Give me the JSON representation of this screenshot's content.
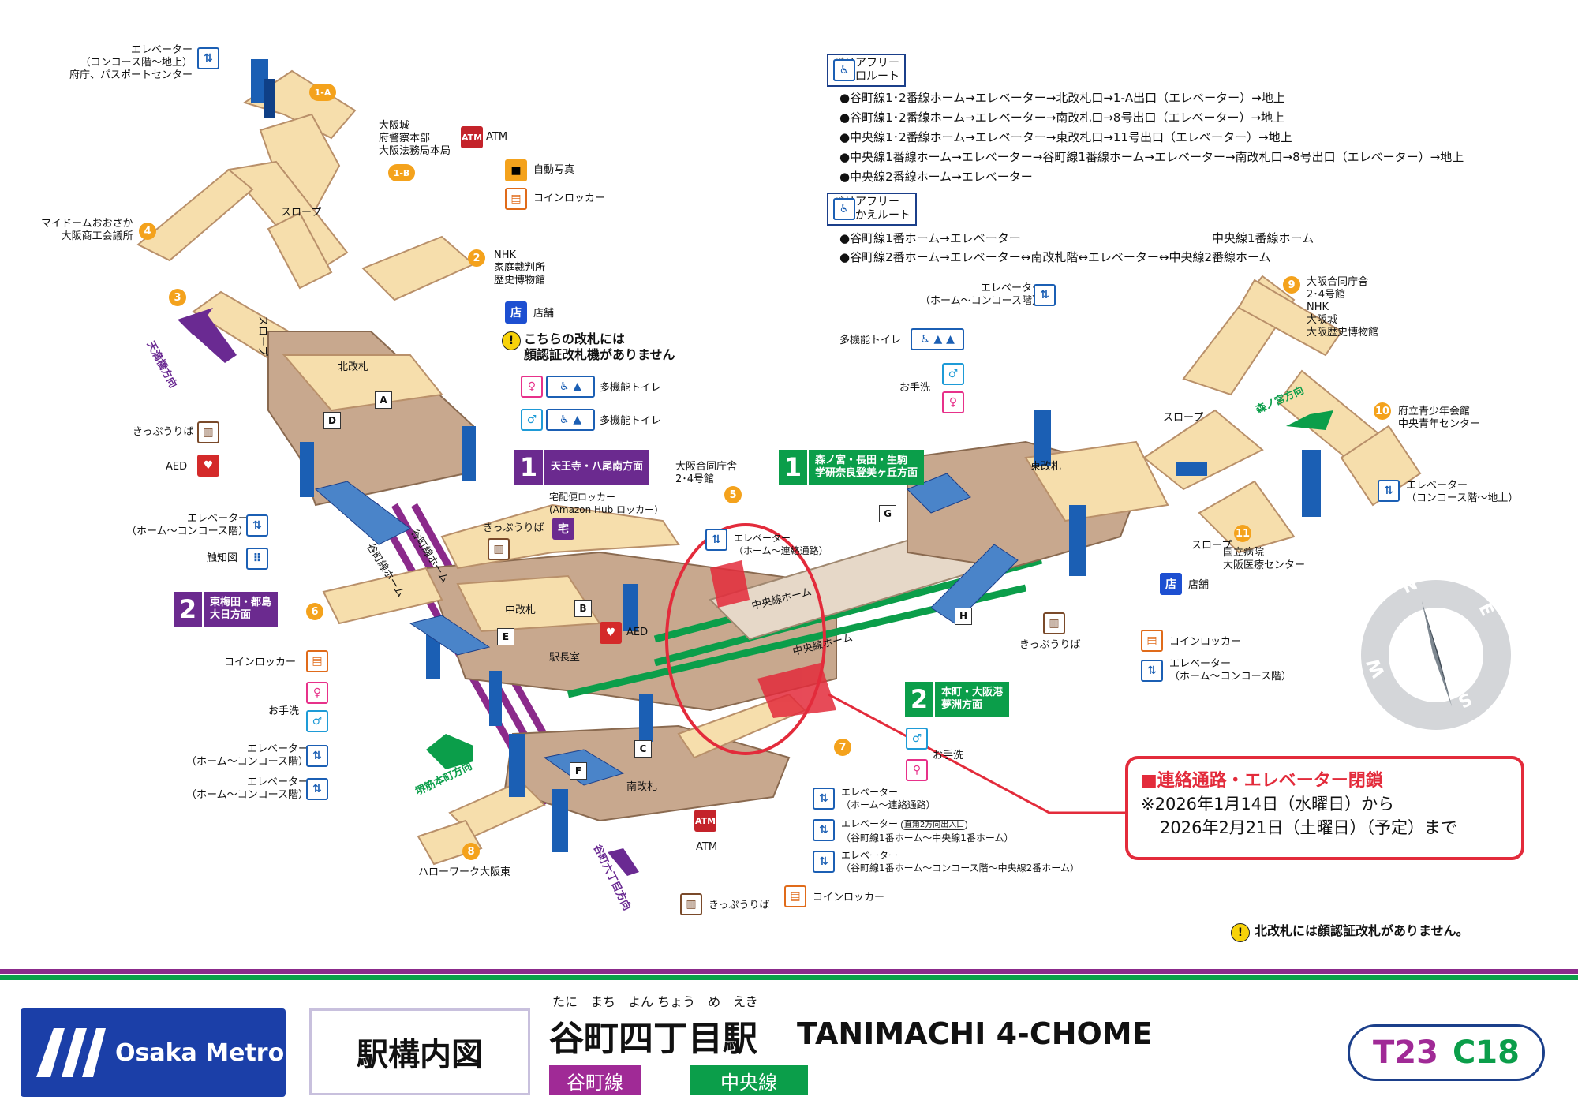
{
  "legend": {
    "barrier_free_exit_title": [
      "バリアフリー",
      "出入口ルート"
    ],
    "barrier_free_exit_routes": [
      "●谷町線1･2番線ホーム→エレベーター→北改札口→1-A出口（エレベーター）→地上",
      "●谷町線1･2番線ホーム→エレベーター→南改札口→8号出口（エレベーター）→地上",
      "●中央線1･2番線ホーム→エレベーター→東改札口→11号出口（エレベーター）→地上",
      "●中央線1番線ホーム→エレベーター→谷町線1番線ホーム→エレベーター→南改札口→8号出口（エレベーター）→地上",
      "●中央線2番線ホーム→エレベーター"
    ],
    "barrier_free_transfer_title": [
      "バリアフリー",
      "のりかえルート"
    ],
    "barrier_free_transfer_routes": [
      "●谷町線1番ホーム→エレベーター",
      "●谷町線2番ホーム→エレベーター↔南改札階↔エレベーター↔中央線2番線ホーム"
    ],
    "transfer_right": "中央線1番線ホーム"
  },
  "notice": {
    "title": "■連絡通路・エレベーター閉鎖",
    "line1": "※2026年1月14日（水曜日）から",
    "line2": "2026年2月21日（土曜日）（予定）まで"
  },
  "no_face_gate": "北改札には顔認証改札がありません。",
  "face_gate_warning": [
    "こちらの改札には",
    "顔認証改札機がありません"
  ],
  "gates": {
    "north": "北改札",
    "east": "東改札",
    "south": "南改札",
    "middle": "中改札",
    "station_office": "駅長室"
  },
  "exits": {
    "e1A": "1-A",
    "e1B": "1-B",
    "e2": "2",
    "e3": "3",
    "e4": "4",
    "e5": "5",
    "e6": "6",
    "e7": "7",
    "e8": "8",
    "e9": "9",
    "e10": "10",
    "e11": "11"
  },
  "exit_dest": {
    "e1A": [
      "エレベーター",
      "（コンコース階〜地上）",
      "府庁、パスポートセンター"
    ],
    "e1B": [
      "大阪城",
      "府警察本部",
      "大阪法務局本局"
    ],
    "e2": [
      "NHK",
      "家庭裁判所",
      "歴史博物館"
    ],
    "e4": [
      "マイドームおおさか",
      "大阪商工会議所"
    ],
    "e5": [
      "大阪合同庁舎",
      "2･4号館"
    ],
    "e8": "ハローワーク大阪東",
    "e9": [
      "大阪合同庁舎",
      "2･4号館",
      "NHK",
      "大阪城",
      "大阪歴史博物館"
    ],
    "e10": [
      "府立青少年会館",
      "中央青年センター"
    ],
    "e11": [
      "国立病院",
      "大阪医療センター"
    ]
  },
  "codes": [
    "A",
    "B",
    "C",
    "D",
    "E",
    "F",
    "G",
    "H"
  ],
  "directions": {
    "tenma": "天満橋方向",
    "morinomiya": "森ノ宮方向",
    "sakaisuji": "堺筋本町方向",
    "tanimachi6": "谷町六丁目方向"
  },
  "platforms": {
    "tanimachi1": "谷町線ホーム",
    "tanimachi2": "谷町線ホーム",
    "chuo1": "中央線ホーム",
    "chuo2": "中央線ホーム"
  },
  "line_tags": {
    "tani1": {
      "num": "1",
      "text": [
        "天王寺・八尾南方面"
      ]
    },
    "tani2": {
      "num": "2",
      "text": [
        "東梅田・都島",
        "大日方面"
      ]
    },
    "chuo1": {
      "num": "1",
      "text": [
        "森ノ宮・長田・生駒",
        "学研奈良登美ヶ丘方面"
      ]
    },
    "chuo2": {
      "num": "2",
      "text": [
        "本町・大阪港",
        "夢洲方面"
      ]
    }
  },
  "facility_labels": {
    "atm": "ATM",
    "photo": "自動写真",
    "locker": "コインロッカー",
    "shop": "店舗",
    "toilet": "多機能トイレ",
    "ticket": "きっぷうりば",
    "aed": "AED",
    "tactile": "触知図",
    "restroom": "お手洗",
    "slope": "スロープ",
    "delivery": [
      "宅配便ロッカー",
      "(Amazon Hub ロッカー)"
    ],
    "elev_home_concourse": [
      "エレベーター",
      "（ホーム〜コンコース階）"
    ],
    "elev_concourse_ground": [
      "エレベーター",
      "（コンコース階〜地上）"
    ],
    "elev_home_passage": [
      "エレベーター",
      "（ホーム〜連絡通路）"
    ],
    "elev_direct": [
      "エレベーター",
      "（谷町線1番ホーム〜中央線1番ホーム）"
    ],
    "elev_direct_tag": "直角2方向出入口",
    "elev_triple": [
      "エレベーター",
      "（谷町線1番ホーム〜コンコース階〜中央線2番ホーム）"
    ]
  },
  "footer": {
    "brand": "Osaka Metro",
    "title_box": "駅構内図",
    "ruby": "たに　まち　よん ちょう　め　えき",
    "station_jp": "谷町四丁目駅",
    "station_en": "TANIMACHI 4-CHOME",
    "line1": "谷町線",
    "line2": "中央線",
    "code1": "T23",
    "code2": "C18"
  },
  "compass_letters": [
    "N",
    "E",
    "S",
    "W"
  ],
  "colors": {
    "tanimachi": "#8b2a8b",
    "chuo": "#0b9e4a",
    "concourse": "#f6deac",
    "floor": "#c8a88e",
    "alert": "#e32b3b",
    "navy": "#1b3f8a"
  }
}
